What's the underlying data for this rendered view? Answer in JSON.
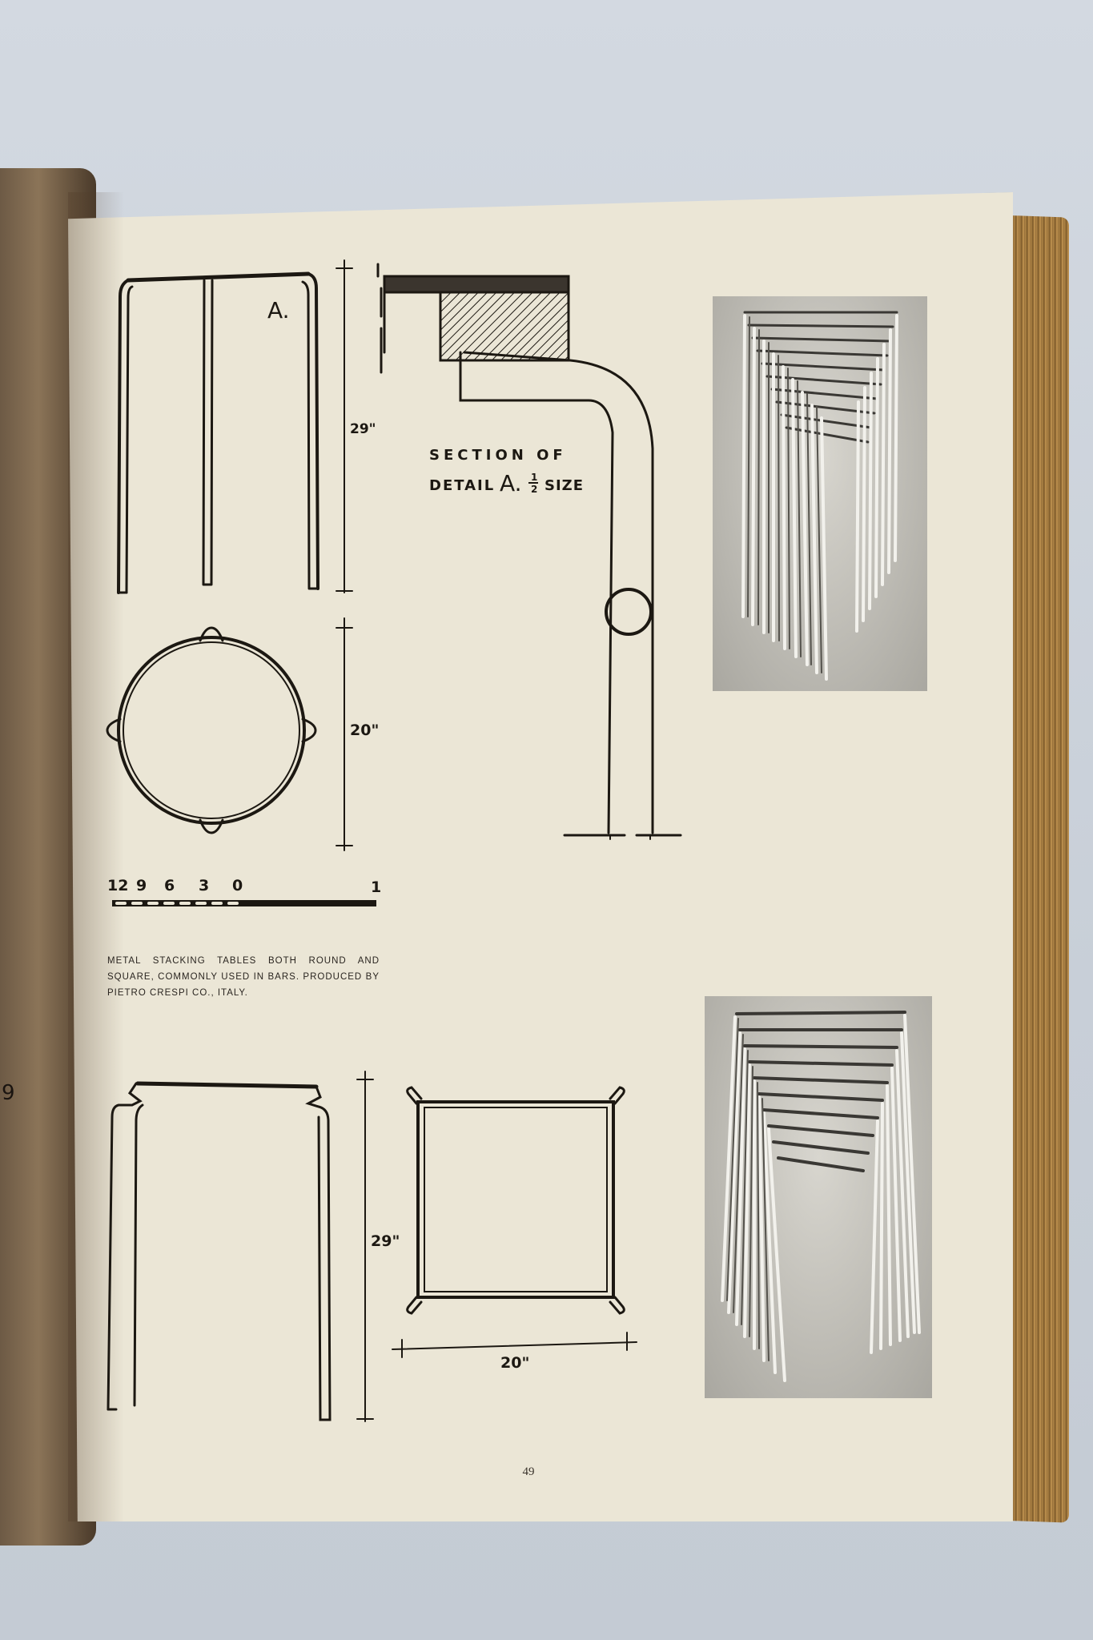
{
  "book": {
    "page_number": "49"
  },
  "drawings": {
    "detail_marker": "A.",
    "round_height_label": "29\"",
    "round_diameter_label": "20\"",
    "section_label_line1": "SECTION OF",
    "section_label_line2_prefix": "DETAIL",
    "section_label_detail": "A.",
    "section_label_fraction_num": "1",
    "section_label_fraction_den": "2",
    "section_label_suffix": "SIZE",
    "scale_numbers": [
      "12",
      "9",
      "6",
      "3",
      "0"
    ],
    "scale_end_number": "1",
    "square_height_label": "29\"",
    "square_width_label": "20\""
  },
  "caption": {
    "text": "Metal stacking tables both round and square, commonly used in bars. Produced by Pietro Crespi Co., Italy."
  },
  "photos": [
    {
      "subject": "stacked-round-tables-photo"
    },
    {
      "subject": "stacked-square-tables-photo"
    }
  ],
  "colors": {
    "paper": "#ebe6d6",
    "ink": "#1c1812",
    "background": "#c9d0d9"
  }
}
